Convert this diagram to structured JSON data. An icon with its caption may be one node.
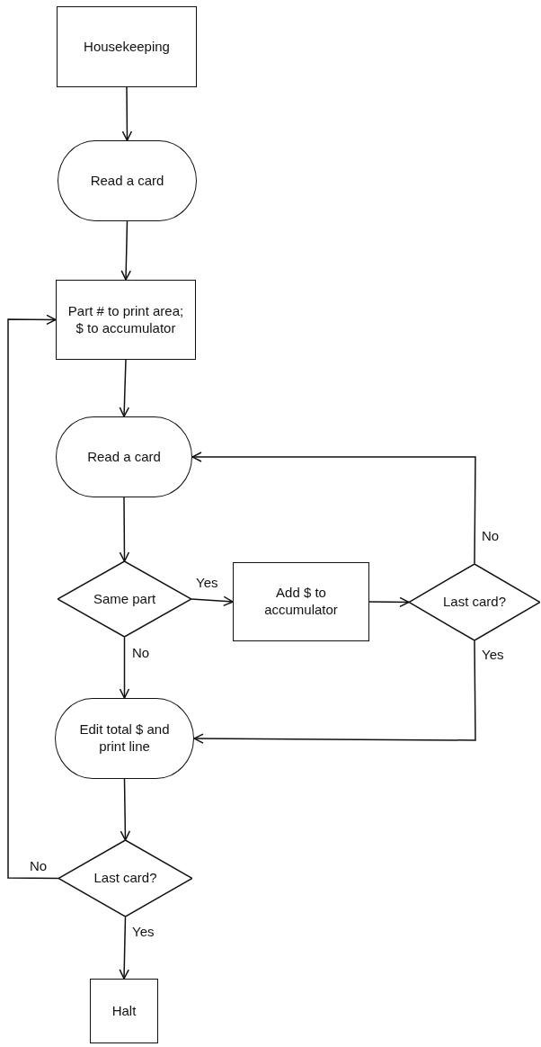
{
  "diagram": {
    "nodes": [
      {
        "text": [
          "Housekeeping"
        ]
      },
      {
        "text": [
          "Read a card"
        ]
      },
      {
        "text": [
          "Part # to print area; $ to accumulator"
        ]
      },
      {
        "text": [
          "Read a card"
        ]
      },
      {
        "text": [
          "Same part"
        ]
      },
      {
        "text": [
          "Add $ to accumulator"
        ]
      },
      {
        "text": [
          "Last card?"
        ]
      },
      {
        "text": [
          "Edit total $ and print line"
        ]
      },
      {
        "text": [
          "Last card?"
        ]
      },
      {
        "text": [
          "Halt"
        ]
      }
    ],
    "edges": [
      {
        "from": 0,
        "to": 1,
        "arrow": "to"
      },
      {
        "from": 1,
        "to": 2,
        "arrow": "to"
      },
      {
        "from": 2,
        "to": 3,
        "arrow": "to"
      },
      {
        "from": 3,
        "to": 4,
        "arrow": "to"
      },
      {
        "from": 4,
        "to": 5,
        "arrow": "to",
        "label": "Yes"
      },
      {
        "from": 5,
        "to": 6,
        "arrow": "to"
      },
      {
        "from": 6,
        "to": 3,
        "arrow": "to",
        "label": "No"
      },
      {
        "from": 4,
        "to": 7,
        "arrow": "to",
        "label": "No"
      },
      {
        "from": 6,
        "to": 7,
        "arrow": "to",
        "label": "Yes"
      },
      {
        "from": 7,
        "to": 8,
        "arrow": "to"
      },
      {
        "from": 8,
        "to": 2,
        "arrow": "to",
        "label": "No"
      },
      {
        "from": 8,
        "to": 9,
        "arrow": "to",
        "label": "Yes"
      }
    ]
  }
}
